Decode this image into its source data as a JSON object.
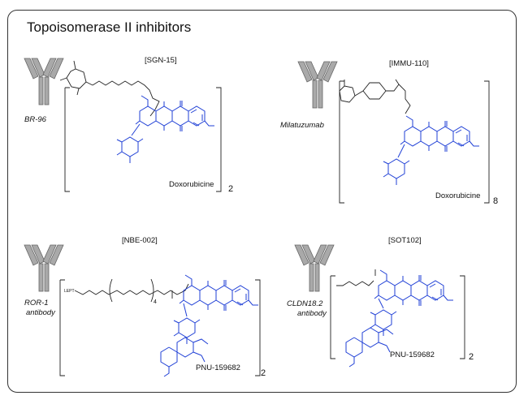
{
  "title": "Topoisomerase II inhibitors",
  "panels": [
    {
      "code": "[SGN-15]",
      "antibody": "BR-96",
      "payload": "Doxorubicine",
      "dar": "2"
    },
    {
      "code": "[IMMU-110]",
      "antibody": "Milatuzumab",
      "payload": "Doxorubicine",
      "dar": "8"
    },
    {
      "code": "[NBE-002]",
      "antibody_line1": "ROR-1",
      "antibody_line2": "antibody",
      "linker_tag": "LEPT",
      "repeat": "4",
      "payload": "PNU-159682",
      "dar": "2"
    },
    {
      "code": "[SOT102]",
      "antibody_line1": "CLDN18.2",
      "antibody_line2": "antibody",
      "payload": "PNU-159682",
      "dar": "2"
    }
  ],
  "colors": {
    "drug": "#1f3fd6",
    "linker": "#222222",
    "antibody": "#a9a9a9"
  }
}
